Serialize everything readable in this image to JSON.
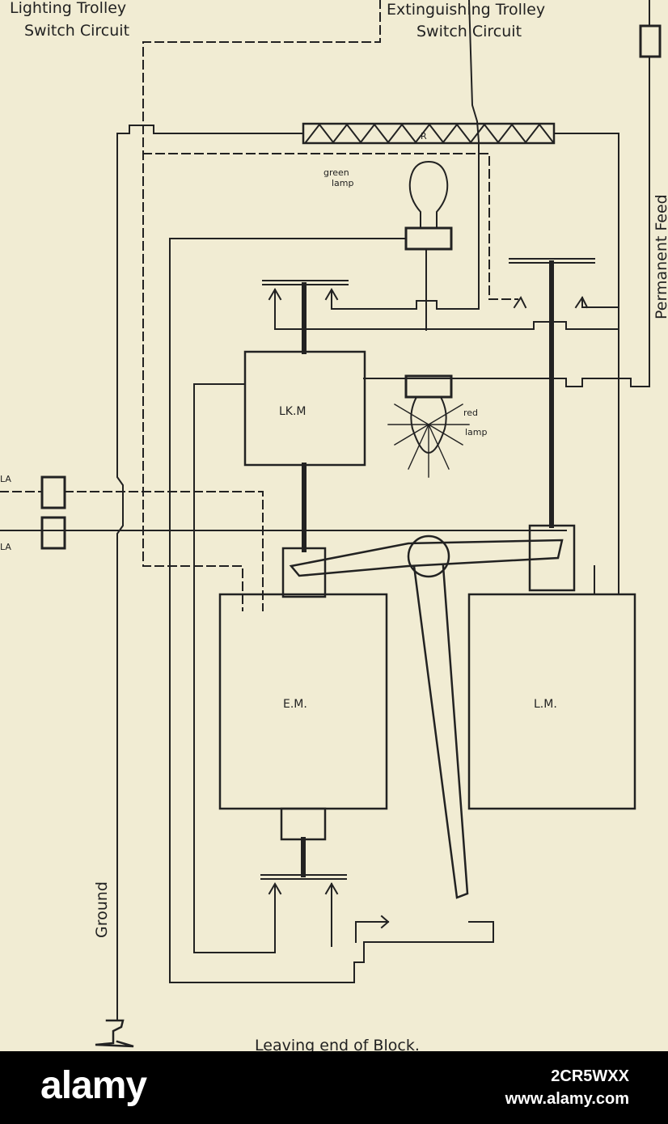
{
  "diagram": {
    "labels": {
      "lighting_line1": "Lighting Trolley",
      "lighting_line2": "Switch Circuit",
      "extinguishing_line1": "Extinguishing Trolley",
      "extinguishing_line2": "Switch Circuit",
      "permanent_feed": "Permanent Feed",
      "resistor": "R",
      "green_lamp_line1": "green",
      "green_lamp_line2": "lamp",
      "red_lamp_line1": "red",
      "red_lamp_line2": "lamp",
      "lock_magnet": "LK.M",
      "extinguishing_magnet": "E.M.",
      "lighting_magnet": "L.M.",
      "arrester_top": "LA",
      "arrester_bottom": "LA",
      "ground": "Ground",
      "caption": "Leaving end of Block."
    }
  },
  "footer": {
    "logo": "alamy",
    "image_id": "2CR5WXX",
    "site": "www.alamy.com"
  },
  "colors": {
    "paper": "#f1ecd3",
    "ink": "#222222",
    "footer_bg": "#000000",
    "footer_text": "#ffffff"
  }
}
